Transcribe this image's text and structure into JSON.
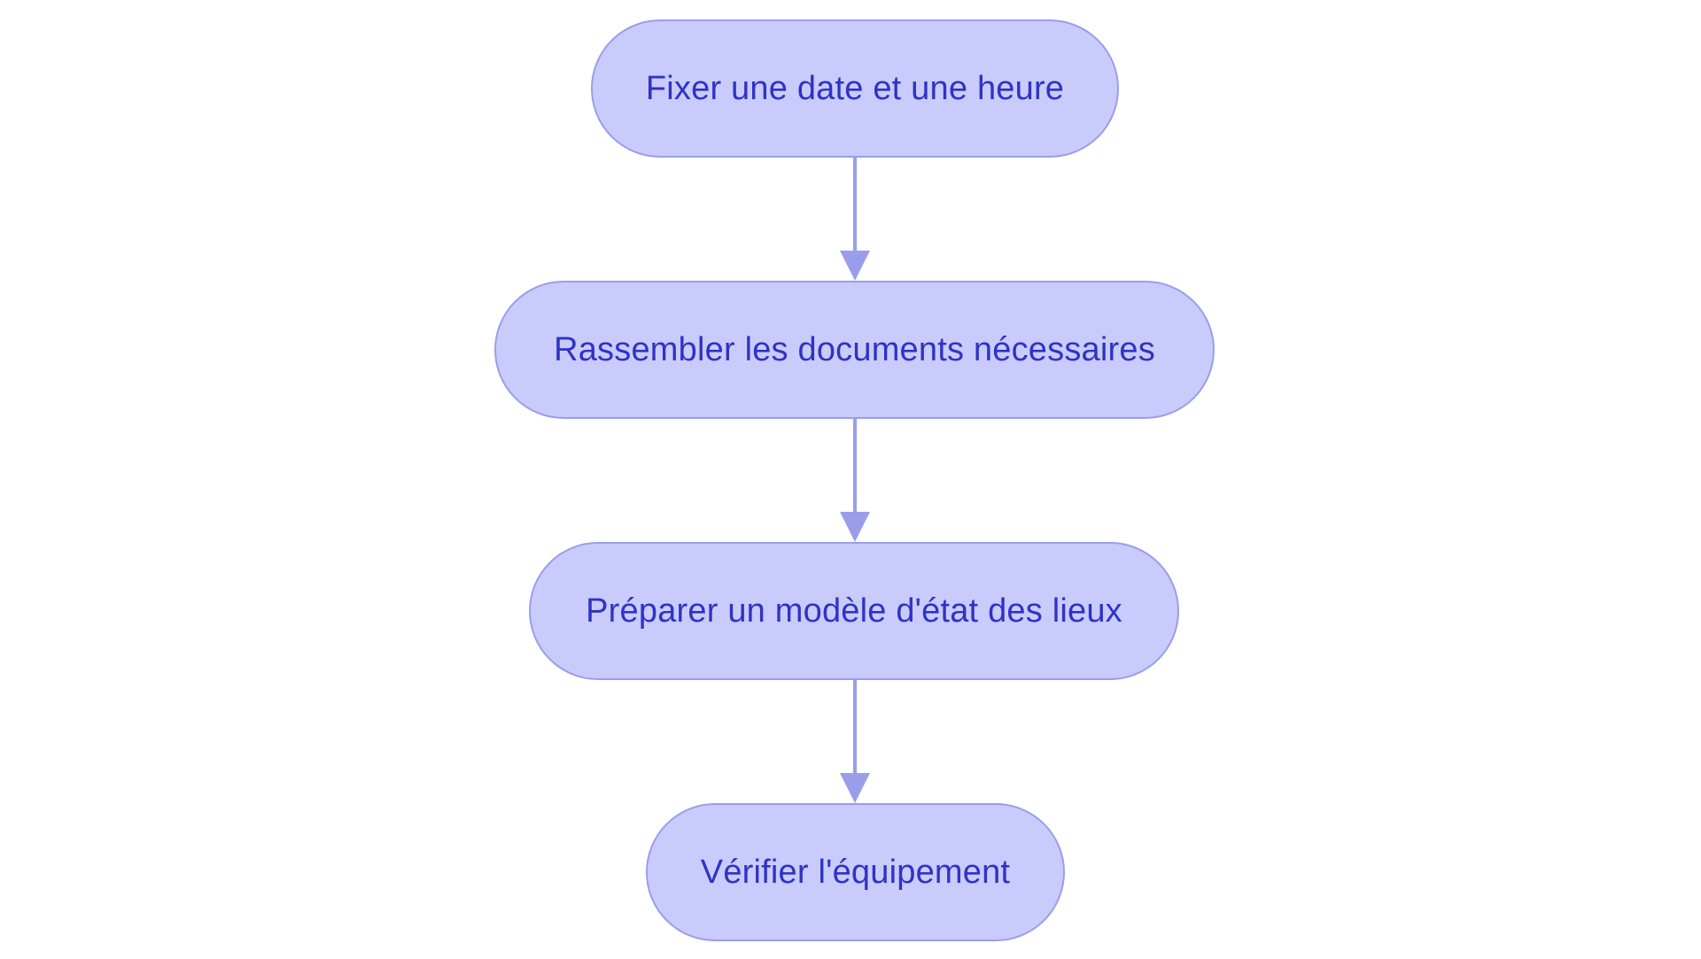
{
  "flowchart": {
    "steps": [
      {
        "label": "Fixer une date et une heure"
      },
      {
        "label": "Rassembler les documents nécessaires"
      },
      {
        "label": "Préparer un modèle d'état des lieux"
      },
      {
        "label": "Vérifier l'équipement"
      }
    ]
  },
  "colors": {
    "node_fill": "#c9cbfc",
    "node_border": "#9a9eea",
    "text": "#2f33c4",
    "connector": "#9a9eea"
  }
}
